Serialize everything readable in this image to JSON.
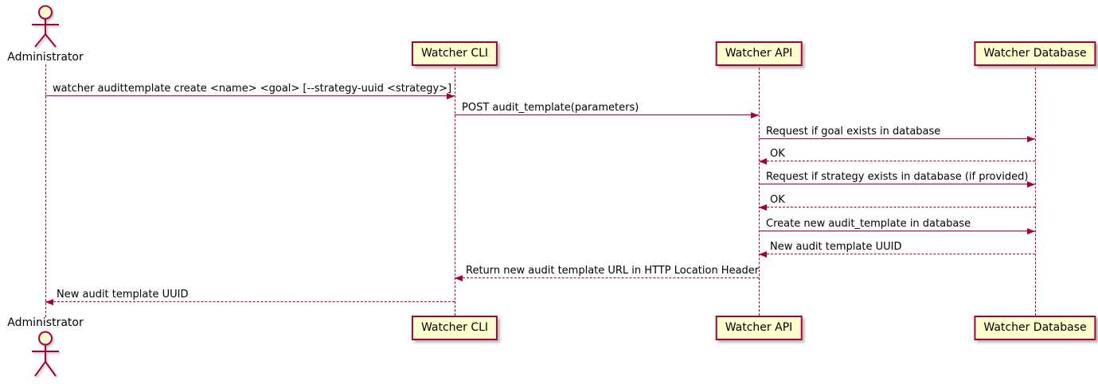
{
  "diagram": {
    "type": "uml-sequence",
    "colors": {
      "line": "#A80036",
      "participant_fill": "#FEFECE",
      "participant_border": "#A80036",
      "text": "#000000",
      "background": "#FFFFFF"
    },
    "participants": [
      {
        "name": "Administrator",
        "kind": "actor"
      },
      {
        "name": "Watcher CLI",
        "kind": "participant"
      },
      {
        "name": "Watcher API",
        "kind": "participant"
      },
      {
        "name": "Watcher Database",
        "kind": "participant"
      }
    ],
    "messages": [
      {
        "from": "Administrator",
        "to": "Watcher CLI",
        "style": "solid",
        "text": "watcher audittemplate create <name> <goal> [--strategy-uuid <strategy>]"
      },
      {
        "from": "Watcher CLI",
        "to": "Watcher API",
        "style": "solid",
        "text": "POST audit_template(parameters)"
      },
      {
        "from": "Watcher API",
        "to": "Watcher Database",
        "style": "solid",
        "text": "Request if goal exists in database"
      },
      {
        "from": "Watcher Database",
        "to": "Watcher API",
        "style": "dashed",
        "text": "OK"
      },
      {
        "from": "Watcher API",
        "to": "Watcher Database",
        "style": "solid",
        "text": "Request if strategy exists in database (if provided)"
      },
      {
        "from": "Watcher Database",
        "to": "Watcher API",
        "style": "dashed",
        "text": "OK"
      },
      {
        "from": "Watcher API",
        "to": "Watcher Database",
        "style": "solid",
        "text": "Create new audit_template in database"
      },
      {
        "from": "Watcher Database",
        "to": "Watcher API",
        "style": "dashed",
        "text": "New audit template UUID"
      },
      {
        "from": "Watcher API",
        "to": "Watcher CLI",
        "style": "dashed",
        "text": "Return new audit template URL in HTTP Location Header"
      },
      {
        "from": "Watcher CLI",
        "to": "Administrator",
        "style": "dashed",
        "text": "New audit template UUID"
      }
    ]
  }
}
